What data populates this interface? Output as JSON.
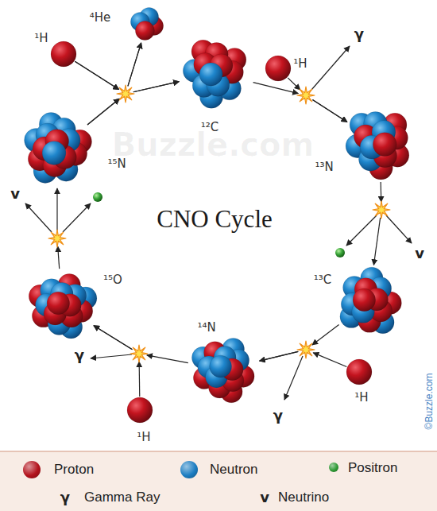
{
  "diagram": {
    "title": "CNO Cycle",
    "nodes": [
      {
        "text": [
          "⁴He"
        ]
      },
      {
        "text": [
          "¹H"
        ]
      },
      {
        "text": [
          "¹H"
        ]
      },
      {
        "text": [
          "¹²C"
        ]
      },
      {
        "text": [
          "¹⁵N"
        ]
      },
      {
        "text": [
          "¹³N"
        ]
      },
      {
        "text": [
          "¹⁵O"
        ]
      },
      {
        "text": [
          "¹³C"
        ]
      },
      {
        "text": [
          "¹⁴N"
        ]
      },
      {
        "text": [
          "¹H"
        ]
      },
      {
        "text": [
          "¹H"
        ]
      }
    ],
    "edges": [
      {
        "from": 3,
        "to": 5,
        "arrow": "to"
      },
      {
        "from": 2,
        "to": 5,
        "arrow": "to"
      },
      {
        "from": 5,
        "to": 7,
        "arrow": "to"
      },
      {
        "from": 7,
        "to": 8,
        "arrow": "to"
      },
      {
        "from": 9,
        "to": 8,
        "arrow": "to"
      },
      {
        "from": 8,
        "to": 6,
        "arrow": "to"
      },
      {
        "from": 10,
        "to": 6,
        "arrow": "to"
      },
      {
        "from": 6,
        "to": 4,
        "arrow": "to"
      },
      {
        "from": 4,
        "to": 3,
        "arrow": "to"
      },
      {
        "from": 1,
        "to": 3,
        "arrow": "to"
      },
      {
        "from": 4,
        "to": 0,
        "arrow": "to"
      },
      {
        "from": 1,
        "to": 0,
        "arrow": "to"
      }
    ],
    "labels": [
      "γ",
      "v",
      "γ",
      "γ",
      "v",
      "Buzzle.com",
      "©Buzzle.com",
      "γ",
      "v"
    ],
    "legend": [
      {
        "text": "Proton",
        "color": "#b3121c"
      },
      {
        "text": "Neutron",
        "color": "#1c7dc2"
      },
      {
        "text": "Positron",
        "color": "#2f9a35"
      },
      {
        "text": "Gamma Ray"
      },
      {
        "text": "Neutrino"
      }
    ]
  }
}
